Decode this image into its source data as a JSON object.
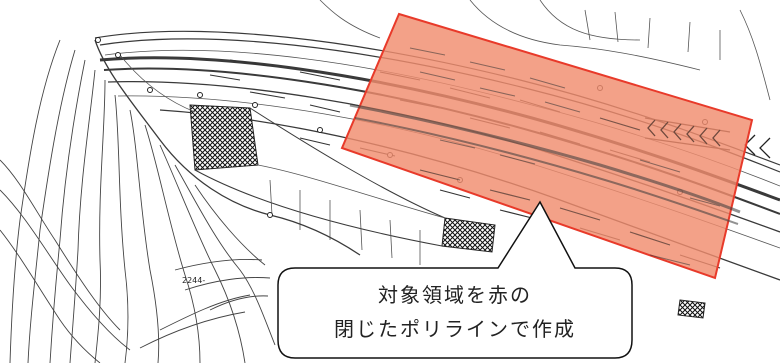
{
  "callout": {
    "line1": "対象領域を赤の",
    "line2": "閉じたポリラインで作成"
  },
  "drawing": {
    "elevation_label": "2244-",
    "highlight_color": "#f08c6e",
    "highlight_stroke": "#e83a2a"
  }
}
